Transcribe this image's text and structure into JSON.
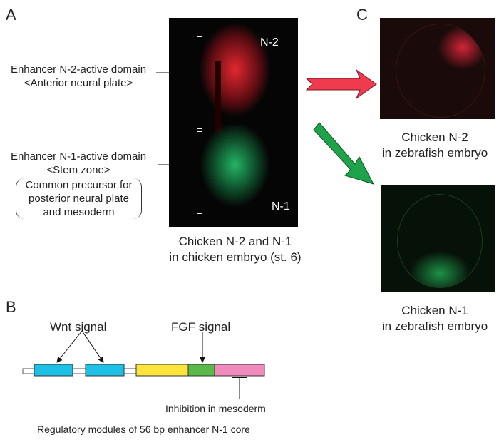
{
  "panels": {
    "a": "A",
    "b": "B",
    "c": "C"
  },
  "panel_a": {
    "n2_domain": {
      "line1": "Enhancer N-2-active domain",
      "line2": "<Anterior neural plate>"
    },
    "n1_domain": {
      "line1": "Enhancer N-1-active domain",
      "line2": "<Stem zone>",
      "paren1": "Common precursor for",
      "paren2": "posterior neural plate",
      "paren3": "and mesoderm"
    },
    "image_labels": {
      "top": "N-2",
      "bottom": "N-1"
    },
    "caption": {
      "line1": "Chicken N-2 and N-1",
      "line2": "in chicken embryo (st. 6)"
    }
  },
  "panel_c": {
    "top_caption": {
      "line1": "Chicken N-2",
      "line2": "in zebrafish embryo"
    },
    "bottom_caption": {
      "line1": "Chicken N-1",
      "line2": "in zebrafish embryo"
    }
  },
  "panel_b": {
    "wnt": "Wnt signal",
    "fgf": "FGF signal",
    "inhibition": "Inhibition in mesoderm",
    "caption": "Regulatory modules of 56 bp enhancer N-1 core",
    "colors": {
      "wnt": "#1ec0e6",
      "yellow": "#fbe43c",
      "fgf": "#5bb84a",
      "pink": "#f28bbd"
    }
  }
}
